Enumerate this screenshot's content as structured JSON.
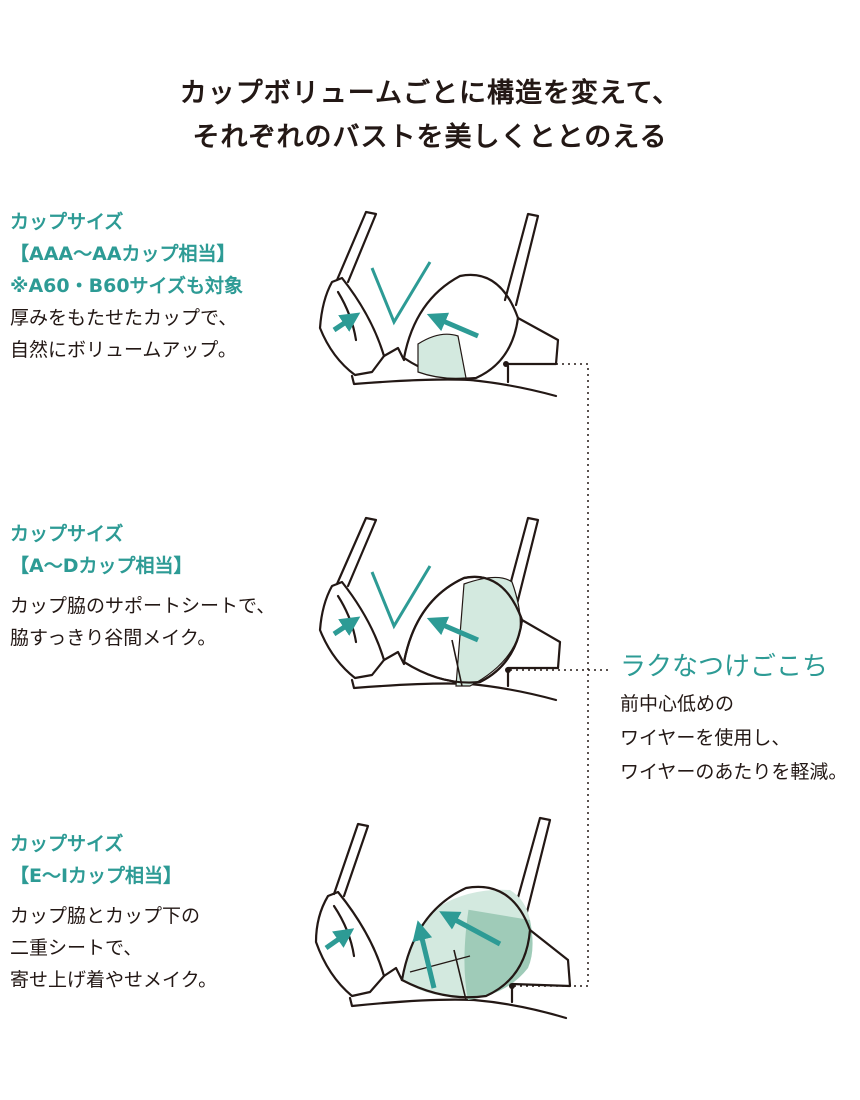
{
  "headline": {
    "line1": "カップボリュームごとに構造を変えて、",
    "line2": "それぞれのバストを美しくととのえる"
  },
  "sizes": [
    {
      "label": "カップサイズ",
      "range": "【AAA〜AAカップ相当】",
      "note": "※A60・B60サイズも対象",
      "desc": [
        "厚みをもたせたカップで、",
        "自然にボリュームアップ。"
      ]
    },
    {
      "label": "カップサイズ",
      "range": "【A〜Dカップ相当】",
      "desc": [
        "カップ脇のサポートシートで、",
        "脇すっきり谷間メイク。"
      ]
    },
    {
      "label": "カップサイズ",
      "range": "【E〜Iカップ相当】",
      "desc": [
        "カップ脇とカップ下の",
        "二重シートで、",
        "寄せ上げ着やせメイク。"
      ]
    }
  ],
  "feature": {
    "title": "ラクなつけごこち",
    "desc": [
      "前中心低めの",
      "ワイヤーを使用し、",
      "ワイヤーのあたりを軽減。"
    ]
  },
  "colors": {
    "accent": "#2d9b95",
    "sheet_light": "#d3e9df",
    "sheet_dark": "#9fcbb8",
    "line": "#231815"
  }
}
